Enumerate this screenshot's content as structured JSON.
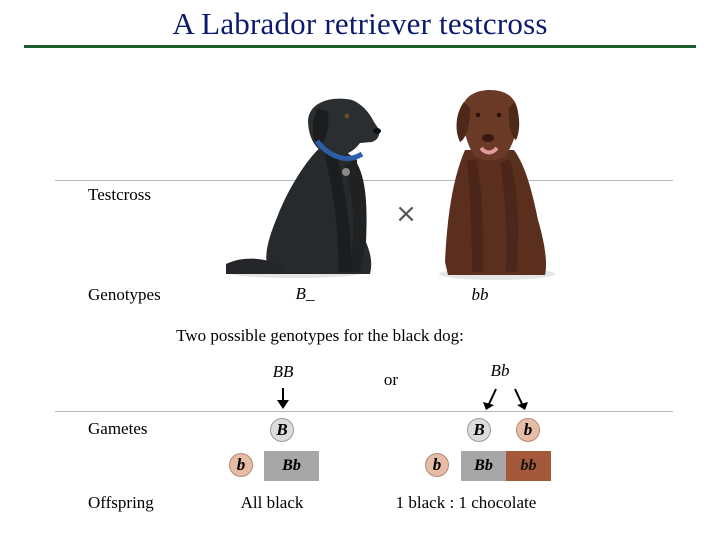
{
  "title": "A Labrador retriever testcross",
  "labels": {
    "testcross": "Testcross",
    "genotypes": "Genotypes",
    "gametes": "Gametes",
    "offspring": "Offspring"
  },
  "parents": {
    "black_genotype": "B_",
    "chocolate_genotype": "bb",
    "cross_symbol": "×"
  },
  "possible_text": "Two possible genotypes for the black dog:",
  "option_BB": {
    "genotype": "BB",
    "gamete": "B",
    "tester_gamete": "b",
    "offspring_genotype": "Bb",
    "result": "All black"
  },
  "or_text": "or",
  "option_Bb": {
    "genotype": "Bb",
    "gamete_1": "B",
    "gamete_2": "b",
    "tester_gamete": "b",
    "offspring_genotype_1": "Bb",
    "offspring_genotype_2": "bb",
    "result": "1 black : 1 chocolate"
  },
  "colors": {
    "title": "#0b1a6e",
    "title_rule": "#1e5d2c",
    "black_offspring_box": "#a7a7a7",
    "chocolate_offspring_box": "#a45a3a",
    "gamete_B": "#dcdcdc",
    "gamete_b": "#e6bca6"
  }
}
